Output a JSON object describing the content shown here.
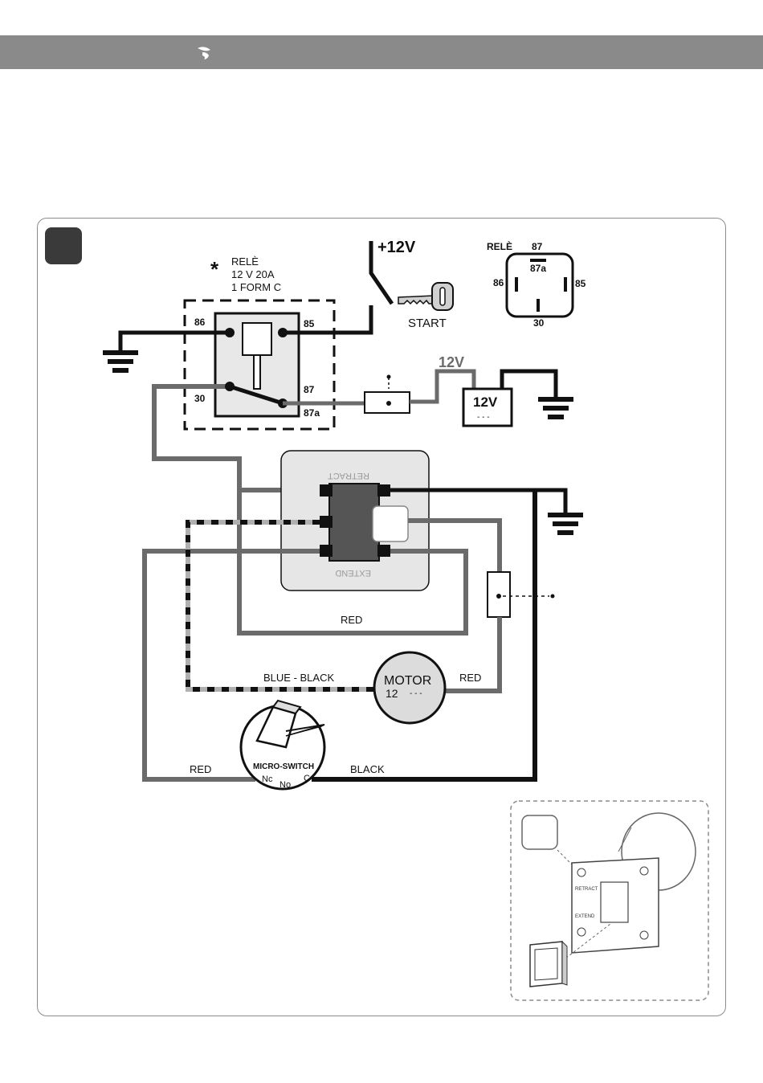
{
  "colors": {
    "header_bar": "#8a8a8a",
    "black_wire": "#111111",
    "red_wire": "#6b6b6b",
    "blue_wire": "#a8a8a8",
    "switch_body": "#e6e6e6",
    "switch_core": "#555555",
    "motor_fill": "#dcdcdc"
  },
  "relay": {
    "note_marker": "*",
    "name": "RELÈ",
    "rating": "12 V  20A",
    "form": "1 FORM C",
    "pin_86": "86",
    "pin_85": "85",
    "pin_30": "30",
    "pin_87": "87",
    "pin_87a": "87a"
  },
  "relay_pinout": {
    "name": "RELÈ",
    "pin_87": "87",
    "pin_87a": "87a",
    "pin_86": "86",
    "pin_85": "85",
    "pin_30": "30"
  },
  "ignition": {
    "supply": "+12V",
    "key_label": "START"
  },
  "battery": {
    "wire_label": "12V",
    "label": "12V",
    "symbol": "- - -"
  },
  "rocker_switch": {
    "top_label": "RETRACT",
    "bottom_label": "EXTEND"
  },
  "motor": {
    "label": "MOTOR",
    "voltage": "12",
    "symbol": "- - -"
  },
  "microswitch": {
    "label": "MICRO-SWITCH",
    "nc": "Nc",
    "no": "No",
    "c": "C"
  },
  "wires": {
    "red_bottom": "RED",
    "blue_black": "BLUE - BLACK",
    "red_motor": "RED",
    "red_micro": "RED",
    "black_micro": "BLACK"
  },
  "inset": {
    "retract": "RETRACT",
    "extend": "EXTEND"
  }
}
